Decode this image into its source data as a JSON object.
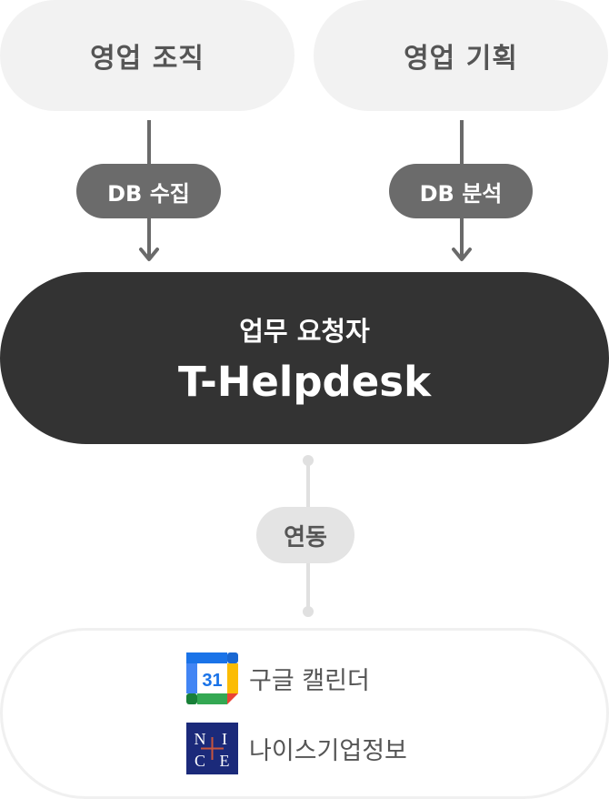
{
  "top": {
    "left_label": "영업 조직",
    "right_label": "영업 기획"
  },
  "tags": {
    "left": "DB 수집",
    "right": "DB 분석"
  },
  "main": {
    "subtitle": "업무 요청자",
    "title": "T-Helpdesk"
  },
  "link": {
    "label": "연동"
  },
  "integrations": [
    {
      "name": "구글 캘린더",
      "icon": "google-calendar-icon",
      "icon_text": "31"
    },
    {
      "name": "나이스기업정보",
      "icon": "nice-logo-icon",
      "icon_text": "NICE"
    }
  ],
  "colors": {
    "dark_pill": "#333333",
    "tag": "#6b6b6b",
    "light_pill": "#f2f2f2",
    "link_tag": "#e4e4e4"
  }
}
